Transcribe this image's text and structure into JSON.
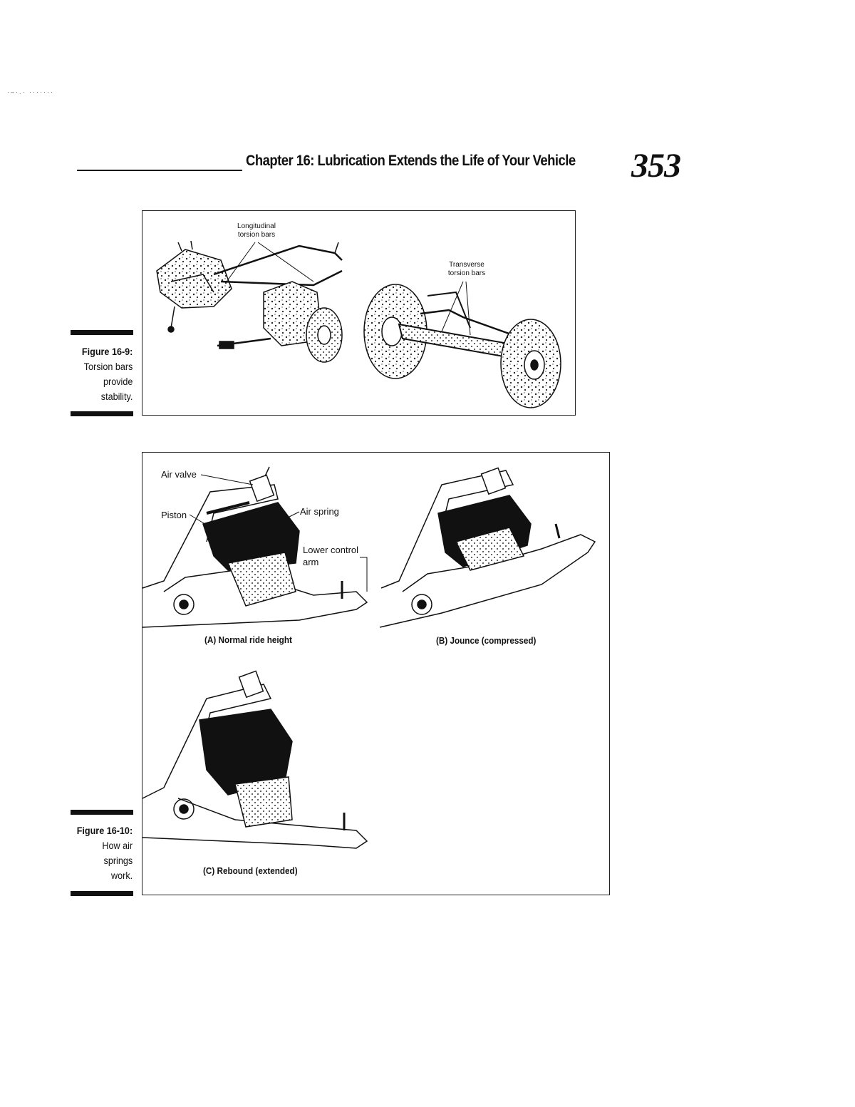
{
  "header": {
    "chapter_title": "Chapter 16: Lubrication Extends the Life of Your Vehicle",
    "page_number": "353"
  },
  "figure_16_9": {
    "label": "Figure 16-9:",
    "caption_lines": [
      "Torsion bars",
      "provide",
      "stability."
    ],
    "callouts": {
      "longitudinal_line1": "Longitudinal",
      "longitudinal_line2": "torsion bars",
      "transverse_line1": "Transverse",
      "transverse_line2": "torsion bars"
    }
  },
  "figure_16_10": {
    "label": "Figure 16-10:",
    "caption_lines": [
      "How air",
      "springs",
      "work."
    ],
    "callouts": {
      "air_valve": "Air valve",
      "piston": "Piston",
      "air_spring": "Air spring",
      "lower_control_arm_line1": "Lower control",
      "lower_control_arm_line2": "arm"
    },
    "panels": {
      "a": "(A) Normal ride height",
      "b": "(B) Jounce (compressed)",
      "c": "(C) Rebound (extended)"
    }
  }
}
